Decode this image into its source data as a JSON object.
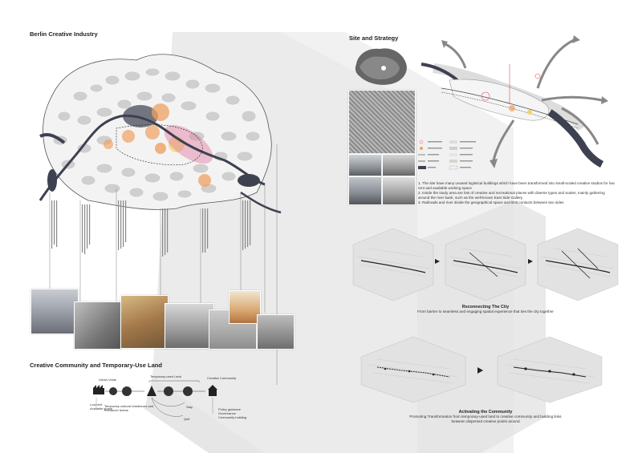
{
  "left": {
    "title": "Berlin Creative Industry",
    "creative_title": "Creative Community and Temporary-Use Land",
    "flow": {
      "stage_labels": [
        "Urban Voids",
        "Temporary-used Land",
        "Creative Community"
      ],
      "left_notes": [
        "Low rent",
        "Available space"
      ],
      "middle_note": "Temporary cultural residences and freelancer teams",
      "bottom_labels": [
        "Stay",
        "Quit"
      ],
      "right_notes": [
        "Policy guidance",
        "Governance",
        "Community building"
      ]
    }
  },
  "right": {
    "site_title": "Site and Strategy",
    "strategy_points": [
      "1.  The site have many unused logistical buildings which have been transformed into small-scaled creative studios for low rent and available working space",
      "2.  Inside the study area are lots of creative and recreational places with diverse types and scales, mainly gathering around the river bank, such as the well-known East Side Gallery",
      "3.  Railroads and river divide the geographical space and limit contacts between two sides"
    ],
    "reconnect": {
      "title": "Reconnecting The City",
      "body": "From barrier to seamless and engaging spatial experience that ties the city together"
    },
    "activate": {
      "title": "Activating the Community",
      "body_line1": "Promoting Transformation from temporary-used land to creative community and building links",
      "body_line2": "between dispersed creative points around"
    }
  },
  "colors": {
    "water": "#3d4150",
    "hotspot_orange": "#f0a060",
    "hotspot_pink": "#e07aa0",
    "hotspot_yellow": "#f2d36b",
    "shadow": "#d9d9d9"
  }
}
